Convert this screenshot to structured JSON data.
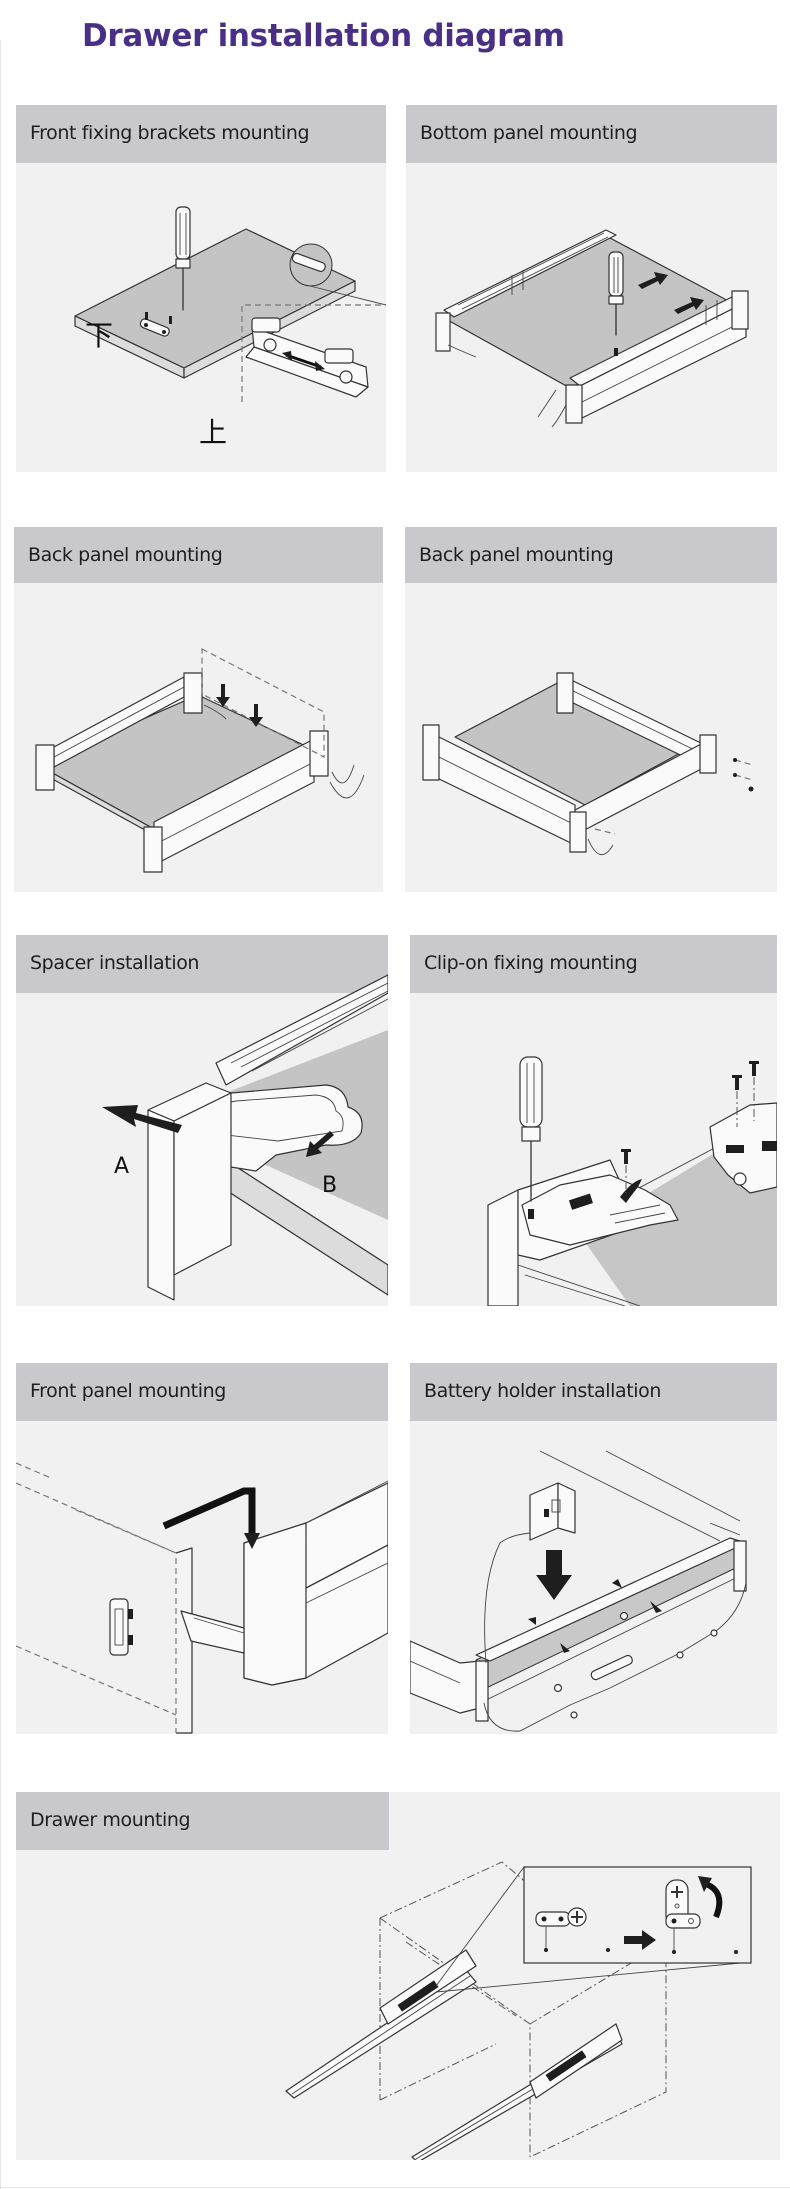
{
  "page_title": "Drawer installation diagram",
  "colors": {
    "title": "#4a2f86",
    "header_bg": "#c9c9cd",
    "panel_bg": "#f1f1f1",
    "text": "#1e1e1e"
  },
  "panels": [
    {
      "heading": "Front fixing brackets mounting",
      "labels": {
        "top": "下",
        "bottom": "上"
      }
    },
    {
      "heading": "Bottom panel mounting"
    },
    {
      "heading": "Back panel mounting"
    },
    {
      "heading": "Back panel mounting"
    },
    {
      "heading": "Spacer installation",
      "labels": {
        "a": "A",
        "b": "B"
      }
    },
    {
      "heading": "Clip-on fixing mounting"
    },
    {
      "heading": "Front panel mounting"
    },
    {
      "heading": "Battery holder installation"
    },
    {
      "heading": "Drawer mounting"
    }
  ]
}
